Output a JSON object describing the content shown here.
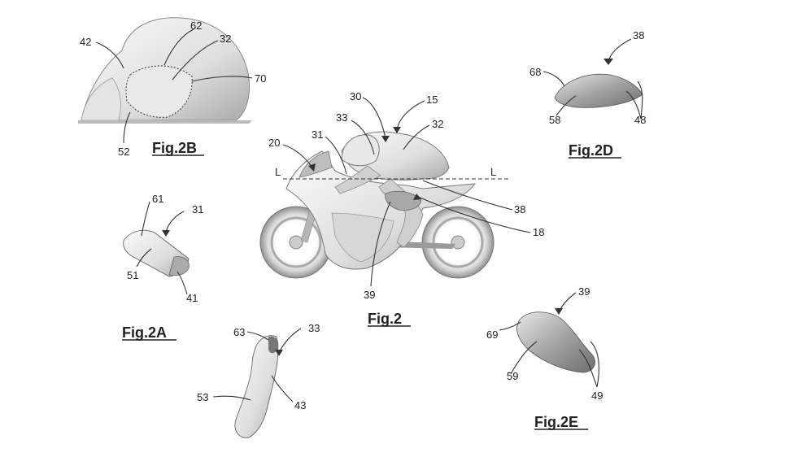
{
  "figures": {
    "fig2": {
      "caption": "Fig.2",
      "axis_label_left": "L",
      "axis_label_right": "L",
      "refs": [
        "15",
        "30",
        "33",
        "32",
        "20",
        "31",
        "38",
        "18",
        "39"
      ]
    },
    "fig2a": {
      "caption": "Fig.2A",
      "refs": [
        "61",
        "31",
        "51",
        "41"
      ]
    },
    "fig2b": {
      "caption": "Fig.2B",
      "refs": [
        "42",
        "62",
        "32",
        "70",
        "52"
      ]
    },
    "fig2c": {
      "refs": [
        "63",
        "33",
        "53",
        "43"
      ]
    },
    "fig2d": {
      "caption": "Fig.2D",
      "refs": [
        "38",
        "68",
        "58",
        "48"
      ]
    },
    "fig2e": {
      "caption": "Fig.2E",
      "refs": [
        "39",
        "69",
        "59",
        "49"
      ]
    }
  },
  "colors": {
    "line": "#333333",
    "shade_light": "#f2f2f2",
    "shade_mid": "#cfcfcf",
    "shade_dark": "#8a8a8a"
  }
}
